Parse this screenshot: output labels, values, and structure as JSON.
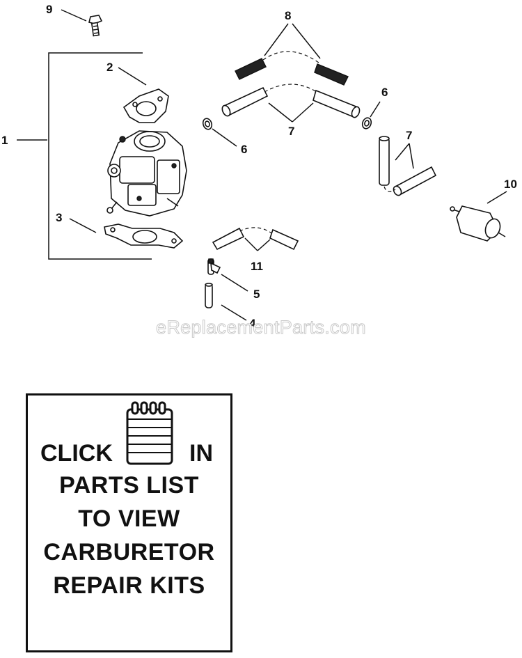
{
  "callouts": {
    "c1": "1",
    "c2": "2",
    "c3": "3",
    "c4": "4",
    "c5": "5",
    "c6a": "6",
    "c6b": "6",
    "c7a": "7",
    "c7b": "7",
    "c8": "8",
    "c9": "9",
    "c10": "10",
    "c11": "11"
  },
  "watermark": "eReplacementParts.com",
  "kit_box": {
    "click": "CLICK",
    "in": "IN",
    "line2": "PARTS LIST",
    "line3": "TO VIEW",
    "line4": "CARBURETOR",
    "line5": "REPAIR KITS",
    "icon": "notepad-icon"
  }
}
